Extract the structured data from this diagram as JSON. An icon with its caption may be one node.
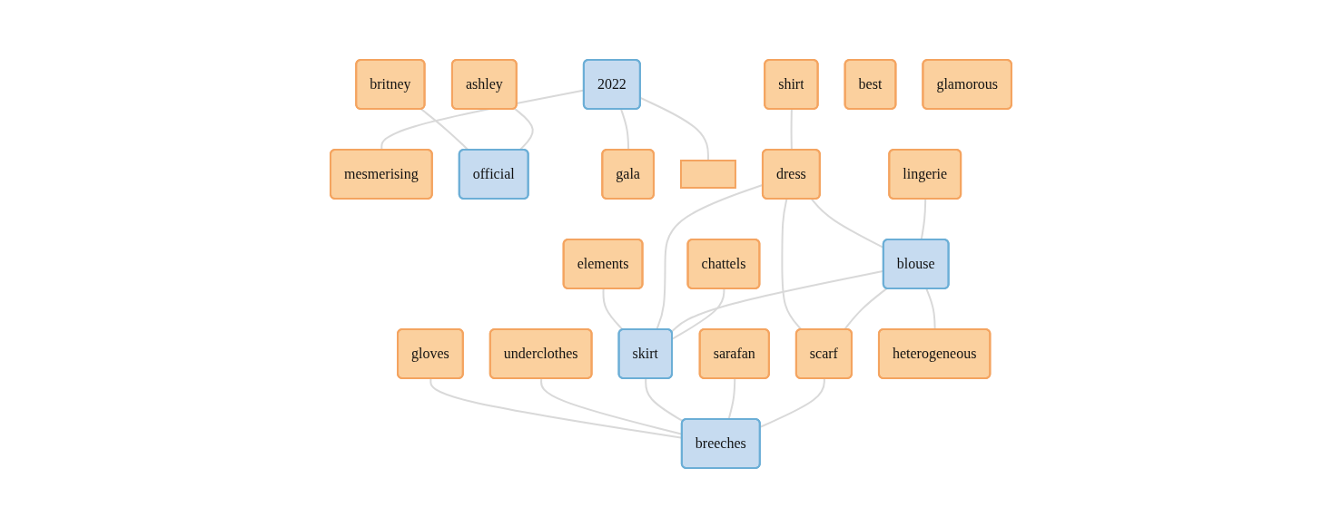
{
  "diagram": {
    "nodes": [
      {
        "text": [
          "britney"
        ]
      },
      {
        "text": [
          "2022"
        ]
      },
      {
        "text": [
          "best"
        ]
      },
      {
        "text": [
          "mesmerising"
        ]
      },
      {
        "text": [
          "ashley"
        ]
      },
      {
        "text": [
          "official"
        ]
      },
      {
        "text": [
          "glamorous"
        ]
      },
      {
        "text": [
          "gala"
        ]
      },
      {
        "text": [],
        "shape": "box"
      },
      {
        "text": [
          "shirt"
        ]
      },
      {
        "text": [
          "gloves"
        ]
      },
      {
        "text": [
          "lingerie"
        ]
      },
      {
        "text": [
          "underclothes"
        ]
      },
      {
        "text": [
          "elements"
        ]
      },
      {
        "text": [
          "dress"
        ]
      },
      {
        "text": [
          "chattels"
        ]
      },
      {
        "text": [
          "blouse"
        ]
      },
      {
        "text": [
          "heterogeneous"
        ]
      },
      {
        "text": [
          "scarf"
        ]
      },
      {
        "text": [
          "skirt"
        ]
      },
      {
        "text": [
          "sarafan"
        ]
      },
      {
        "text": [
          "breeches"
        ]
      }
    ],
    "edges": [
      {
        "from": 0,
        "to": 5,
        "arrow": "none"
      },
      {
        "from": 1,
        "to": 3,
        "arrow": "none"
      },
      {
        "from": 1,
        "to": 8,
        "arrow": "none"
      },
      {
        "from": 1,
        "to": 7,
        "arrow": "none"
      },
      {
        "from": 4,
        "to": 5,
        "arrow": "none"
      },
      {
        "from": 9,
        "to": 14,
        "arrow": "none"
      },
      {
        "from": 14,
        "to": 16,
        "arrow": "none"
      },
      {
        "from": 10,
        "to": 21,
        "arrow": "none"
      },
      {
        "from": 11,
        "to": 16,
        "arrow": "none"
      },
      {
        "from": 12,
        "to": 21,
        "arrow": "none"
      },
      {
        "from": 13,
        "to": 19,
        "arrow": "none"
      },
      {
        "from": 14,
        "to": 19,
        "arrow": "none"
      },
      {
        "from": 14,
        "to": 18,
        "arrow": "none"
      },
      {
        "from": 16,
        "to": 17,
        "arrow": "none"
      },
      {
        "from": 16,
        "to": 18,
        "arrow": "none"
      },
      {
        "from": 16,
        "to": 19,
        "arrow": "none"
      },
      {
        "from": 15,
        "to": 19,
        "arrow": "none"
      },
      {
        "from": 19,
        "to": 21,
        "arrow": "none"
      },
      {
        "from": 20,
        "to": 21,
        "arrow": "none"
      },
      {
        "from": 18,
        "to": 21,
        "arrow": "none"
      }
    ]
  }
}
